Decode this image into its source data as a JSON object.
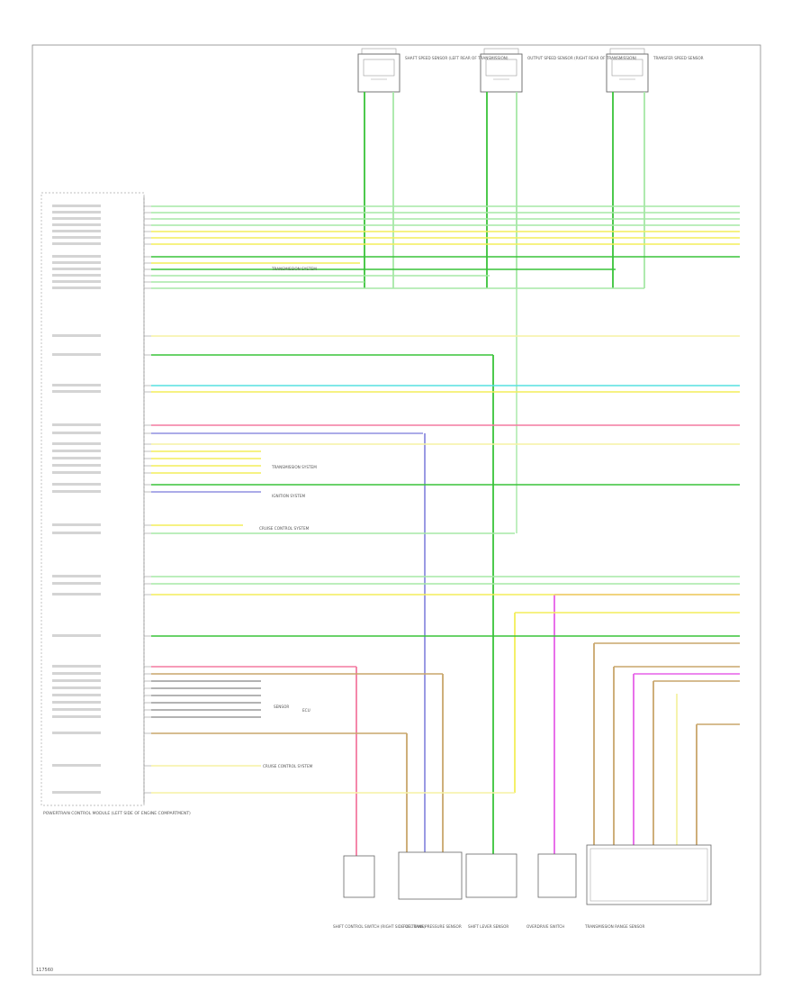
{
  "diagram": {
    "footer_code": "117560",
    "wire_colors": {
      "green": "#39c339",
      "light_green": "#a6e8a6",
      "yellow": "#f3ee5a",
      "light_yellow": "#f5f2a4",
      "cyan": "#57e0e0",
      "pink": "#f37aa0",
      "purple": "#8f8fe0",
      "magenta": "#e561e8",
      "tan": "#c8a66b",
      "gray": "#9a9a9a",
      "red": "#d94040"
    },
    "components": [
      {
        "key": "sensor_a",
        "label": "SHAFT SPEED SENSOR (LEFT REAR OF TRANSMISSION)",
        "icon": "connector-icon"
      },
      {
        "key": "sensor_b",
        "label": "OUTPUT SPEED SENSOR (RIGHT REAR OF TRANSMISSION)",
        "icon": "connector-icon"
      },
      {
        "key": "sensor_c",
        "label": "TRANSFER SPEED SENSOR",
        "icon": "connector-icon"
      },
      {
        "key": "pcm",
        "label": "POWERTRAIN CONTROL MODULE (LEFT SIDE OF ENGINE COMPARTMENT)",
        "icon": "module-icon"
      },
      {
        "key": "b1",
        "label": "SHIFT CONTROL SWITCH (RIGHT SIDE OF TRANS)",
        "icon": "connector-icon"
      },
      {
        "key": "b2",
        "label": "FUEL TANK PRESSURE SENSOR",
        "icon": "connector-icon"
      },
      {
        "key": "b3",
        "label": "SHIFT LEVER SENSOR",
        "icon": "connector-icon"
      },
      {
        "key": "b4",
        "label": "OVERDRIVE SWITCH",
        "icon": "connector-icon"
      },
      {
        "key": "b5",
        "label": "TRANSMISSION RANGE SENSOR",
        "icon": "connector-icon"
      }
    ],
    "notes": {
      "n1": "TRANSMISSION SYSTEM",
      "n2": "TRANSMISSION SYSTEM",
      "n3": "IGNITION SYSTEM",
      "n4": "CRUISE CONTROL SYSTEM",
      "n5": "CRUISE CONTROL SYSTEM",
      "n6": "SENSOR",
      "n7": "ECU"
    }
  }
}
